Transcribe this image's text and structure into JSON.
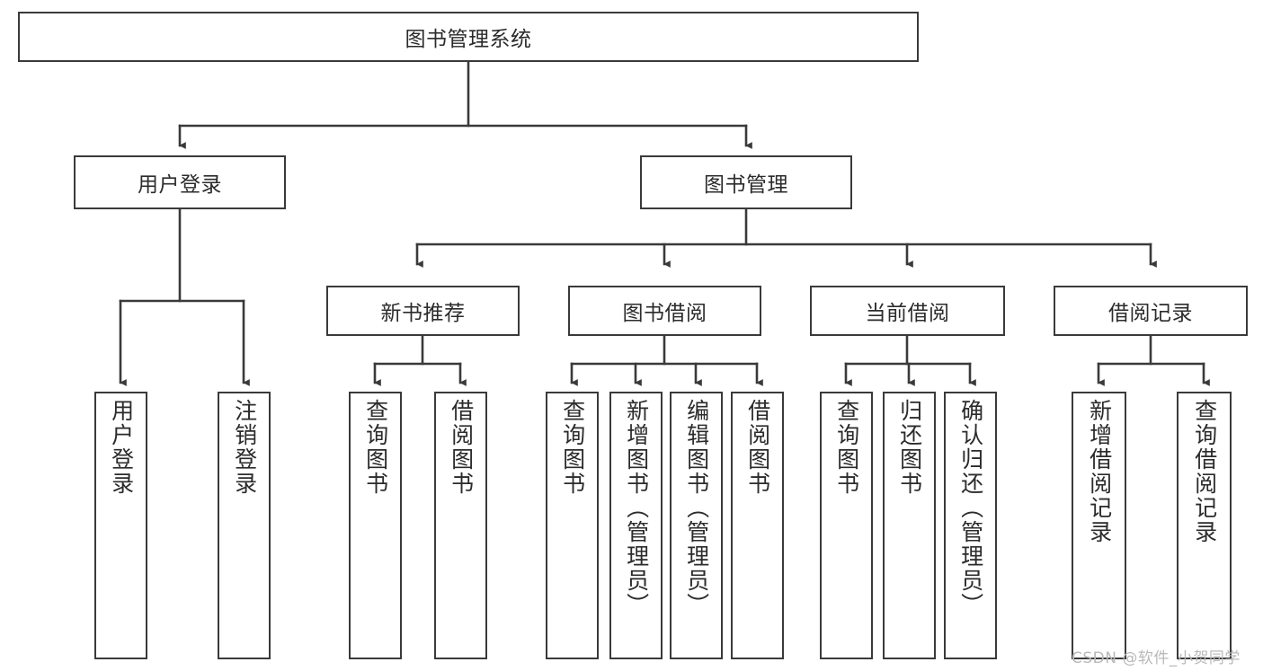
{
  "diagram": {
    "type": "tree",
    "title_node": {
      "label": "图书管理系统"
    },
    "level2": [
      {
        "label": "用户登录"
      },
      {
        "label": "图书管理"
      }
    ],
    "level3": [
      {
        "label": "新书推荐"
      },
      {
        "label": "图书借阅"
      },
      {
        "label": "当前借阅"
      },
      {
        "label": "借阅记录"
      }
    ],
    "leaves": {
      "user_login": [
        {
          "label": "用户登录"
        },
        {
          "label": "注销登录"
        }
      ],
      "new_book_recommend": [
        {
          "label": "查询图书"
        },
        {
          "label": "借阅图书"
        }
      ],
      "book_borrow": [
        {
          "label": "查询图书"
        },
        {
          "label": "新增图书（管理员）"
        },
        {
          "label": "编辑图书（管理员）"
        },
        {
          "label": "借阅图书"
        }
      ],
      "current_borrow": [
        {
          "label": "查询图书"
        },
        {
          "label": "归还图书"
        },
        {
          "label": "确认归还（管理员）"
        }
      ],
      "borrow_record": [
        {
          "label": "新增借阅记录"
        },
        {
          "label": "查询借阅记录"
        }
      ]
    }
  },
  "watermark": {
    "text": "CSDN @软件_小贺同学"
  },
  "colors": {
    "stroke": "#3a3a3a",
    "fill": "#ffffff",
    "text": "#2b2b2b",
    "watermark": "#b9b9b9"
  }
}
